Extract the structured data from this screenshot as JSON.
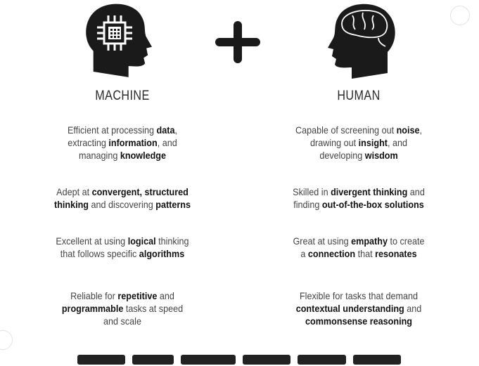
{
  "machine": {
    "title": "MACHINE",
    "items": [
      [
        [
          "Efficient at processing ",
          0
        ],
        [
          "data",
          1
        ],
        [
          ",",
          0
        ],
        [
          "\n",
          0
        ],
        [
          "extracting ",
          0
        ],
        [
          "information",
          1
        ],
        [
          ", and",
          0
        ],
        [
          "\n",
          0
        ],
        [
          "managing ",
          0
        ],
        [
          "knowledge",
          1
        ]
      ],
      [
        [
          "Adept at ",
          0
        ],
        [
          "convergent, structured",
          1
        ],
        [
          "\n",
          0
        ],
        [
          "thinking",
          1
        ],
        [
          " and discovering ",
          0
        ],
        [
          "patterns",
          1
        ]
      ],
      [
        [
          "Excellent at using ",
          0
        ],
        [
          "logical",
          1
        ],
        [
          " thinking",
          0
        ],
        [
          "\n",
          0
        ],
        [
          "that follows specific ",
          0
        ],
        [
          "algorithms",
          1
        ]
      ],
      [
        [
          "Reliable for ",
          0
        ],
        [
          "repetitive",
          1
        ],
        [
          " and",
          0
        ],
        [
          "\n",
          0
        ],
        [
          "programmable",
          1
        ],
        [
          " tasks at speed",
          0
        ],
        [
          "\n",
          0
        ],
        [
          "and scale",
          0
        ]
      ]
    ]
  },
  "human": {
    "title": "HUMAN",
    "items": [
      [
        [
          "Capable of screening out ",
          0
        ],
        [
          "noise",
          1
        ],
        [
          ",",
          0
        ],
        [
          "\n",
          0
        ],
        [
          "drawing out ",
          0
        ],
        [
          "insight",
          1
        ],
        [
          ", and",
          0
        ],
        [
          "\n",
          0
        ],
        [
          "developing ",
          0
        ],
        [
          "wisdom",
          1
        ]
      ],
      [
        [
          "Skilled in ",
          0
        ],
        [
          "divergent thinking",
          1
        ],
        [
          " and",
          0
        ],
        [
          "\n",
          0
        ],
        [
          "finding ",
          0
        ],
        [
          "out-of-the-box solutions",
          1
        ]
      ],
      [
        [
          "Great at using ",
          0
        ],
        [
          "empathy",
          1
        ],
        [
          " to create",
          0
        ],
        [
          "\n",
          0
        ],
        [
          "a ",
          0
        ],
        [
          "connection",
          1
        ],
        [
          " that ",
          0
        ],
        [
          "resonates",
          1
        ]
      ],
      [
        [
          "Flexible for tasks that demand",
          0
        ],
        [
          "\n",
          0
        ],
        [
          "contextual understanding",
          1
        ],
        [
          " and",
          0
        ],
        [
          "\n",
          0
        ],
        [
          "commonsense reasoning",
          1
        ]
      ]
    ]
  },
  "colors": {
    "icon": "#1a1a1a",
    "text": "#444444",
    "bold": "#111111"
  }
}
